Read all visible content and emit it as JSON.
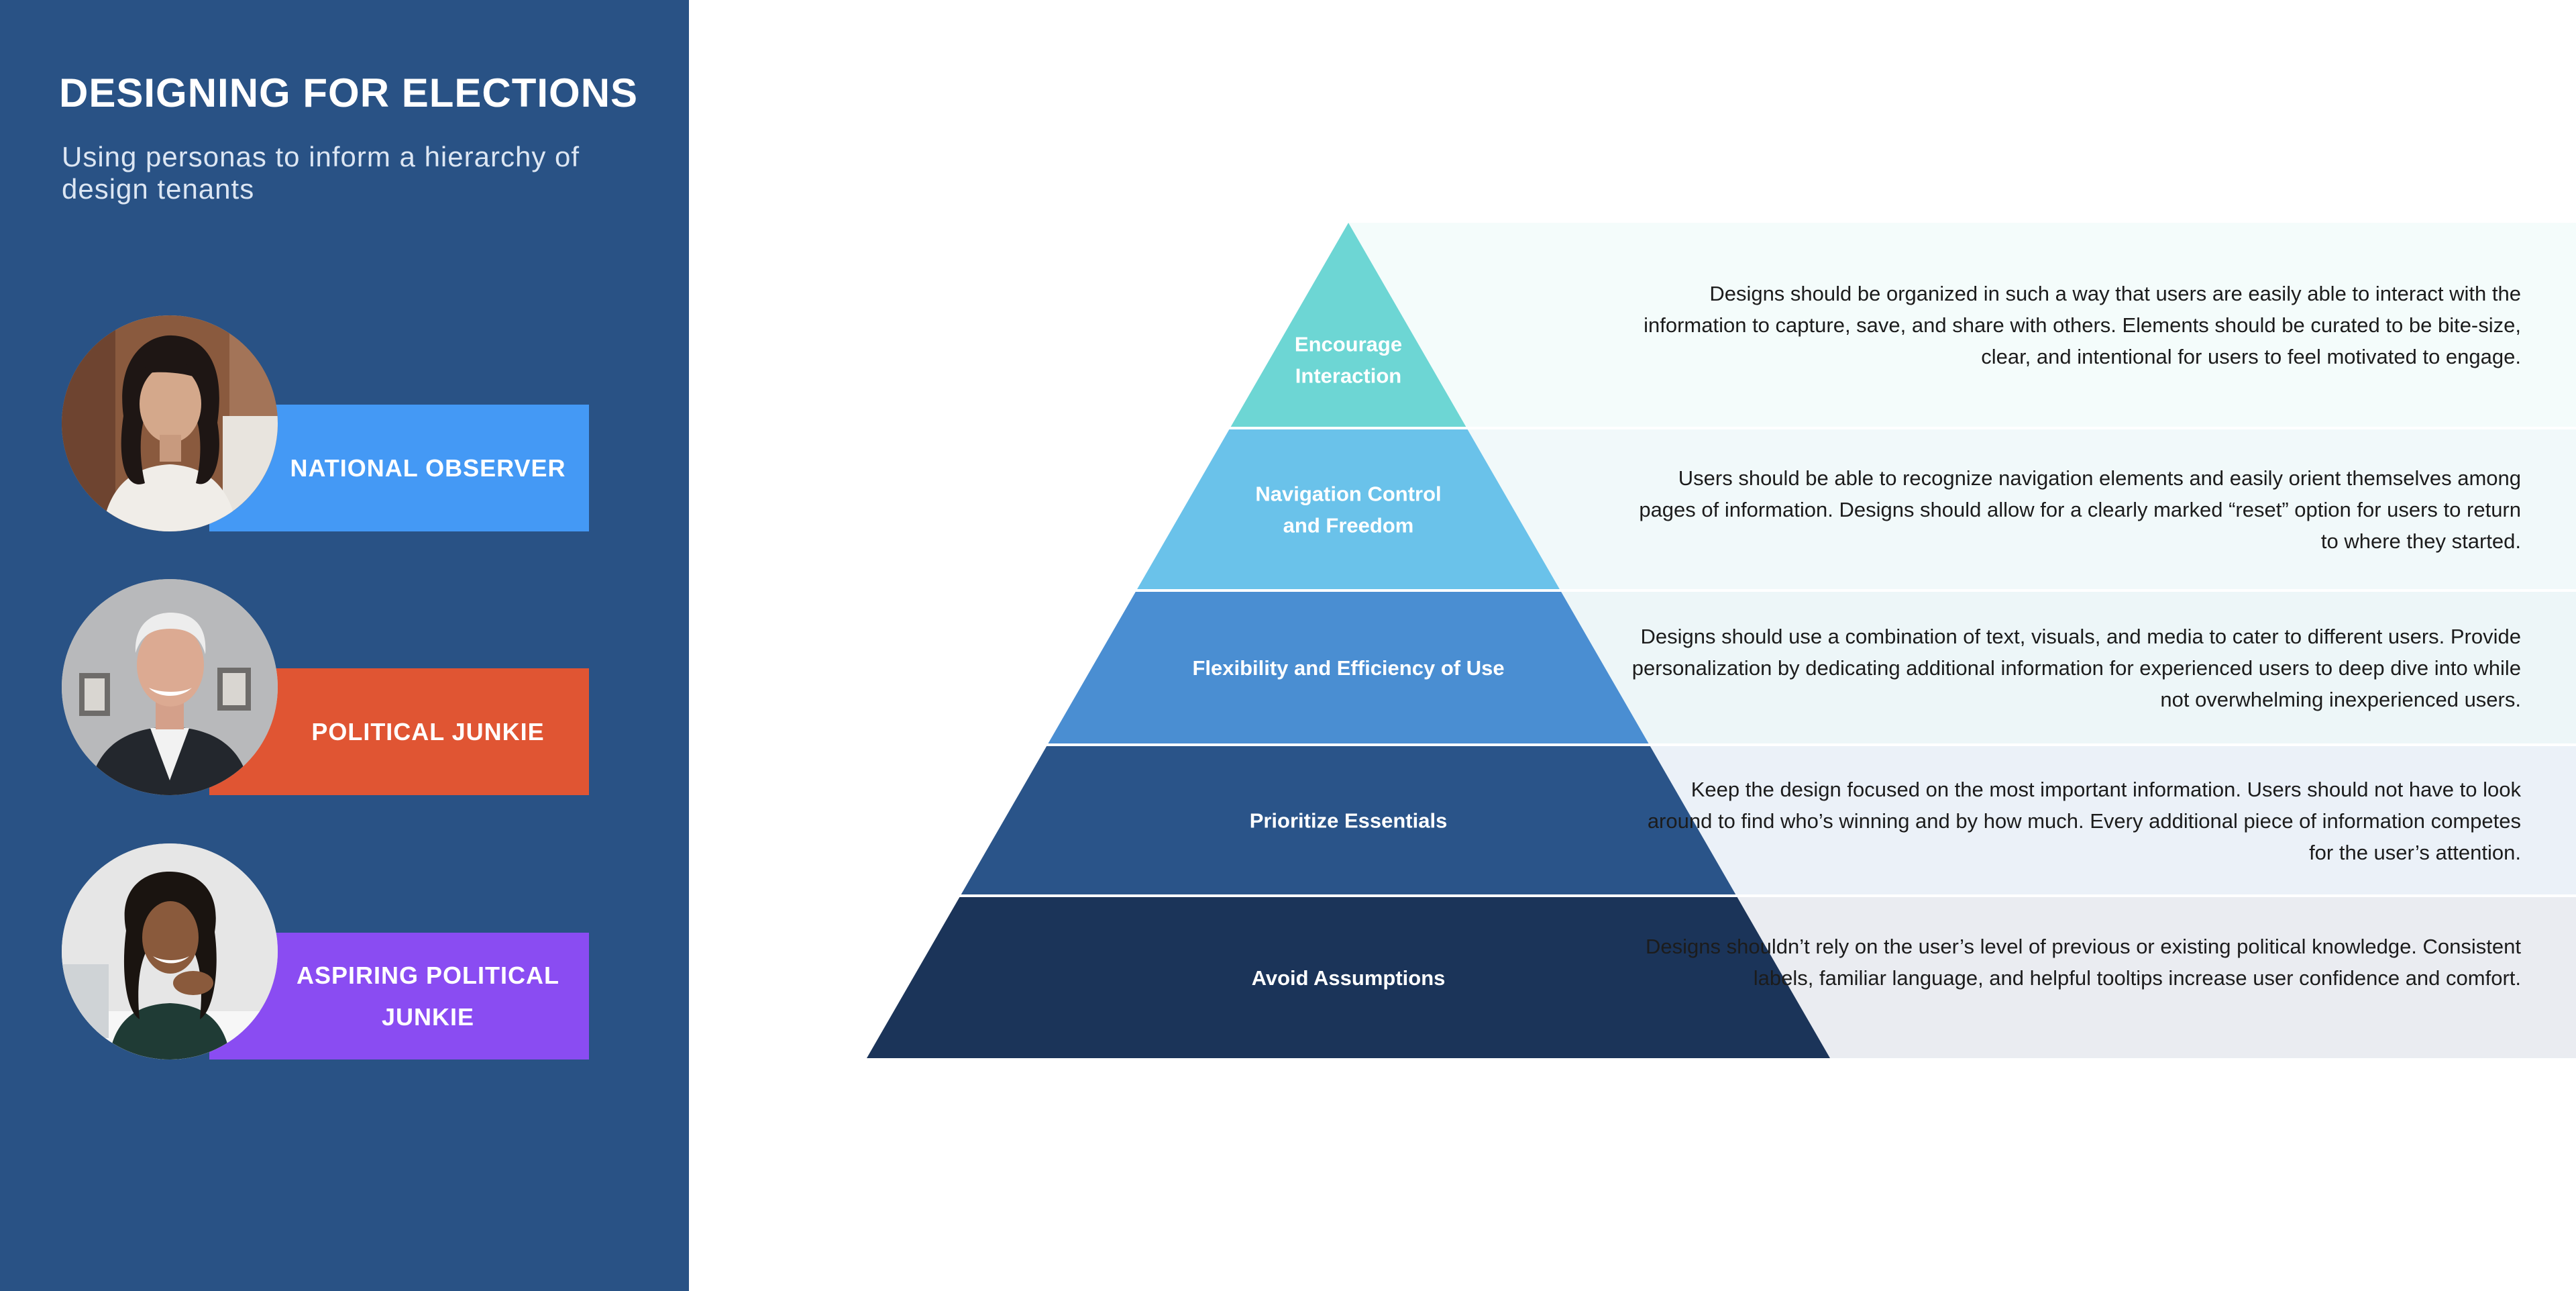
{
  "sidebar": {
    "title": "DESIGNING FOR ELECTIONS",
    "subtitle": "Using personas to inform a hierarchy of design tenants",
    "personas": [
      {
        "label": "NATIONAL OBSERVER",
        "color": "#4499f5"
      },
      {
        "label": "POLITICAL JUNKIE",
        "color": "#e05533"
      },
      {
        "label": "ASPIRING POLITICAL JUNKIE",
        "color": "#8a4cf2"
      }
    ]
  },
  "pyramid": {
    "tiers": [
      {
        "label": "Encourage Interaction",
        "label_lines": [
          "Encourage",
          "Interaction"
        ],
        "color": "#6dd6d4",
        "band_color": "#f4fcfb",
        "description": "Designs should be organized in such a way that users are easily able to interact with the information to capture, save, and share with others. Elements should be curated to be bite-size, clear, and intentional for users to feel motivated to engage."
      },
      {
        "label": "Navigation Control and Freedom",
        "label_lines": [
          "Navigation Control",
          "and Freedom"
        ],
        "color": "#6ac2ea",
        "band_color": "#f1f9fa",
        "description": "Users should be able to recognize navigation elements and easily orient themselves among pages of information. Designs should allow for a clearly marked “reset” option for users to return to where they started."
      },
      {
        "label": "Flexibility and Efficiency of Use",
        "label_lines": [
          "Flexibility and Efficiency of Use"
        ],
        "color": "#4a8ed2",
        "band_color": "#edf6f8",
        "description": "Designs should use a combination of text, visuals, and media to cater to different users. Provide personalization by dedicating additional information for experienced users to deep dive into while not overwhelming inexperienced users."
      },
      {
        "label": "Prioritize Essentials",
        "label_lines": [
          "Prioritize Essentials"
        ],
        "color": "#2a5489",
        "band_color": "#ebf1f8",
        "description": "Keep the design focused on the most important information. Users should not have to look around to find who’s winning and by how much. Every additional piece of information competes for the user’s attention."
      },
      {
        "label": "Avoid Assumptions",
        "label_lines": [
          "Avoid Assumptions"
        ],
        "color": "#1b3459",
        "band_color": "#eaecf1",
        "description": "Designs shouldn’t rely on the user’s level of previous or existing political knowledge. Consistent labels, familiar language, and helpful tooltips increase user confidence and comfort."
      }
    ]
  }
}
